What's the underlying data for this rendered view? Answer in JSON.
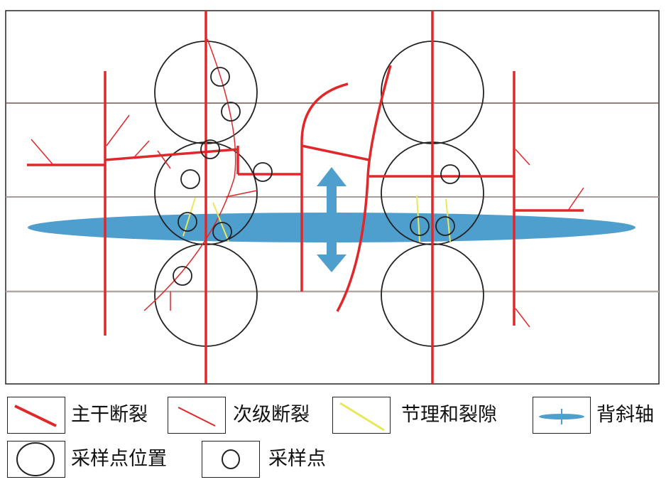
{
  "legend": {
    "main_fault": "主干断裂",
    "secondary_fault": "次级断裂",
    "joints_fissures": "节理和裂隙",
    "anticline_axis": "背斜轴",
    "sampling_location": "采样点位置",
    "sampling_point": "采样点"
  },
  "colors": {
    "main_fault": "#e0282a",
    "secondary_fault": "#e0282a",
    "joints": "#e8e85a",
    "anticline": "#4f9fce",
    "circle": "#222222"
  }
}
